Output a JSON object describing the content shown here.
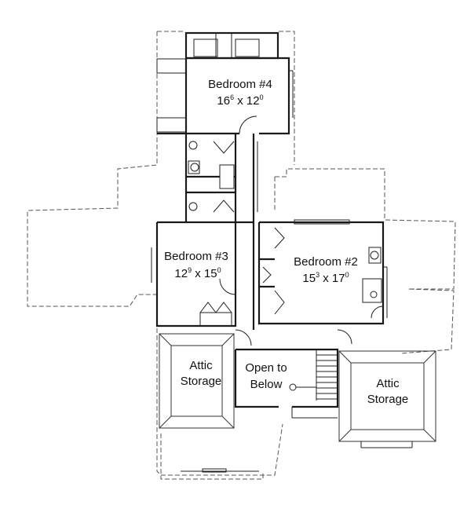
{
  "rooms": {
    "bedroom4": {
      "name": "Bedroom #4",
      "w": "16",
      "w_sup": "6",
      "h": "12",
      "h_sup": "0"
    },
    "bedroom3": {
      "name": "Bedroom #3",
      "w": "12",
      "w_sup": "9",
      "h": "15",
      "h_sup": "0"
    },
    "bedroom2": {
      "name": "Bedroom #2",
      "w": "15",
      "w_sup": "3",
      "h": "17",
      "h_sup": "0"
    },
    "attic_left": {
      "line1": "Attic",
      "line2": "Storage"
    },
    "attic_right": {
      "line1": "Attic",
      "line2": "Storage"
    },
    "open_below": {
      "line1": "Open to",
      "line2": "Below"
    }
  },
  "dim_separator": "x"
}
